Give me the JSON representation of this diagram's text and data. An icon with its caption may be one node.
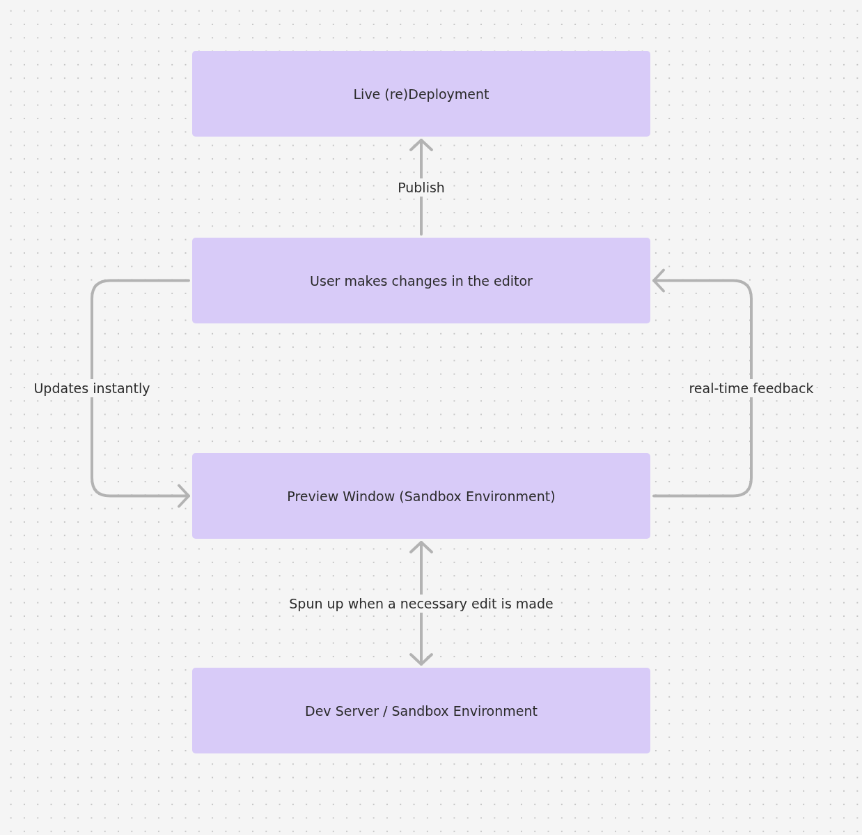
{
  "diagram": {
    "nodes": [
      {
        "text": [
          "Live (re)Deployment"
        ]
      },
      {
        "text": [
          "User makes changes in the editor"
        ]
      },
      {
        "text": [
          "Preview Window (Sandbox Environment)"
        ]
      },
      {
        "text": [
          "Dev Server / Sandbox Environment"
        ]
      }
    ],
    "edges": [
      {
        "from": 1,
        "to": 0,
        "arrow": "to",
        "label": "Publish"
      },
      {
        "from": 1,
        "to": 2,
        "arrow": "to",
        "label": "Updates instantly"
      },
      {
        "from": 2,
        "to": 1,
        "arrow": "to",
        "label": "real-time feedback"
      },
      {
        "from": 2,
        "to": 3,
        "arrow": "both",
        "label": "Spun up when a necessary edit is made"
      }
    ]
  }
}
